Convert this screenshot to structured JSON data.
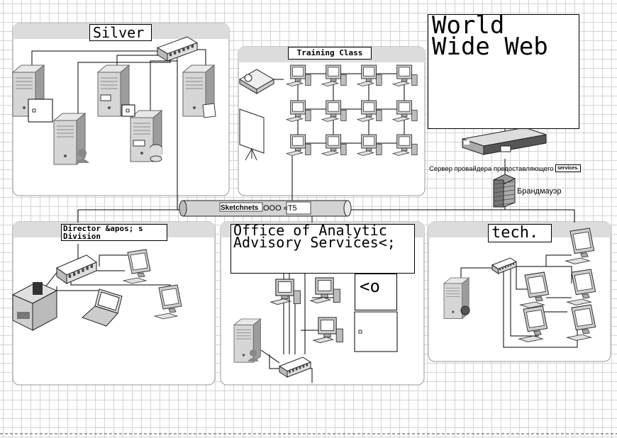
{
  "zones": {
    "silver": {
      "title": "Silver"
    },
    "training": {
      "title": "Training Class"
    },
    "director": {
      "title": "Director &apos; s Division"
    },
    "office": {
      "title": "Office of Analytic Advisory Services<;"
    },
    "tech": {
      "title": "tech."
    }
  },
  "internet": {
    "title": "World Wide Web"
  },
  "backbone": {
    "label": "Sketchnets",
    "suffix": "ООО «T5"
  },
  "isp": {
    "label": "Сервер провайдера предоставляющего",
    "tag": "services."
  },
  "firewall": {
    "label": "Брандмауэр"
  },
  "office_note": {
    "text": "<o"
  },
  "colors": {
    "grid": "#d4d4d4",
    "zone_fill": "#ffffff",
    "zone_header": "#dcdcdc",
    "device_gray": "#bfbfbf",
    "line": "#000000"
  },
  "icons": [
    "server-icon",
    "hub-icon",
    "projector-icon",
    "screen-icon",
    "workstation-icon",
    "printer-icon",
    "laptop-icon",
    "rack-server-icon",
    "firewall-icon"
  ]
}
